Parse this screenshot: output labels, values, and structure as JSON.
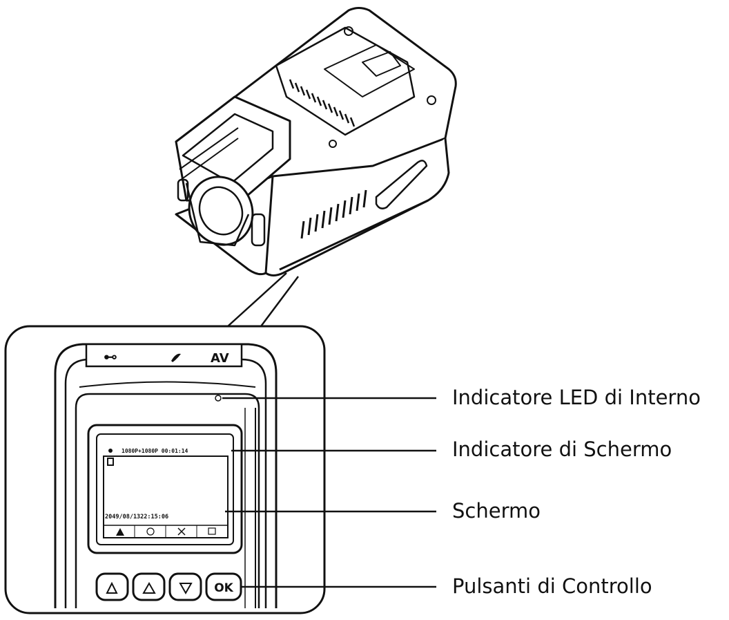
{
  "device": {
    "ports": {
      "usb": "⊷",
      "av": "AV"
    },
    "screen": {
      "status_line": "1080P+1080P 00:01:14",
      "timestamp": "2049/08/1322:15:06"
    },
    "buttons": {
      "ok": "OK"
    }
  },
  "callouts": [
    {
      "id": "led",
      "label": "Indicatore LED di Interno"
    },
    {
      "id": "screen-indicator",
      "label": "Indicatore di Schermo"
    },
    {
      "id": "screen",
      "label": "Schermo"
    },
    {
      "id": "control-buttons",
      "label": "Pulsanti di Controllo"
    }
  ]
}
